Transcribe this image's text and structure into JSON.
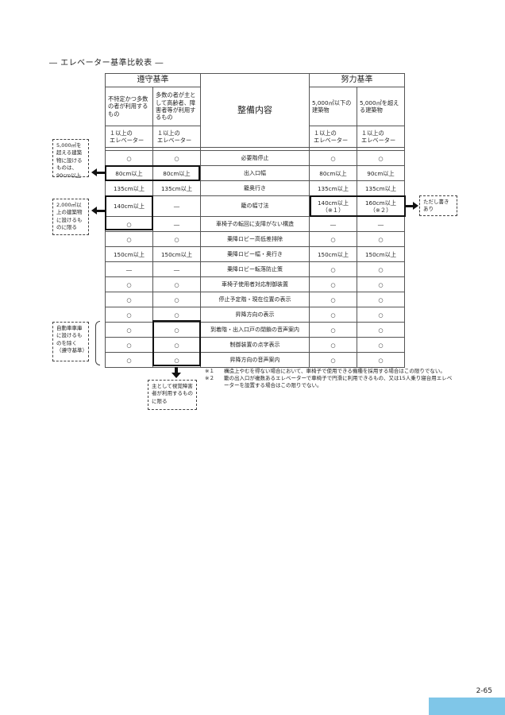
{
  "title": "― エレベーター基準比較表 ―",
  "table": {
    "group_left": "遵守基準",
    "group_right": "努力基準",
    "center_header": "整備内容",
    "subheaders": [
      "不特定かつ多数の者が利用するもの",
      "多数の者が主として高齢者、障害者等が利用するもの",
      "5,000㎡以下の建築物",
      "5,000㎡を超える建築物"
    ],
    "elevator_label": "１以上の\nエレベーター",
    "rows": [
      [
        "○",
        "○",
        "必要階停止",
        "○",
        "○"
      ],
      [
        "80cm以上",
        "80cm以上",
        "出入口幅",
        "80cm以上",
        "90cm以上"
      ],
      [
        "135cm以上",
        "135cm以上",
        "籠奥行き",
        "135cm以上",
        "135cm以上"
      ],
      [
        "140cm以上",
        "―",
        "籠の幅寸法",
        "140cm以上\n（※１）",
        "160cm以上\n（※２）"
      ],
      [
        "○",
        "―",
        "車椅子の転回に支障がない構造",
        "―",
        "―"
      ],
      [
        "○",
        "○",
        "乗降ロビー高低差排除",
        "○",
        "○"
      ],
      [
        "150cm以上",
        "150cm以上",
        "乗降ロビー幅・奥行き",
        "150cm以上",
        "150cm以上"
      ],
      [
        "―",
        "―",
        "乗降ロビー転落防止策",
        "○",
        "○"
      ],
      [
        "○",
        "○",
        "車椅子使用者対応制御装置",
        "○",
        "○"
      ],
      [
        "○",
        "○",
        "停止予定階・現在位置の表示",
        "○",
        "○"
      ],
      [
        "○",
        "○",
        "昇降方向の表示",
        "○",
        "○"
      ],
      [
        "○",
        "○",
        "到着階・出入口戸の閉鎖の音声案内",
        "○",
        "○"
      ],
      [
        "○",
        "○",
        "制御装置の点字表示",
        "○",
        "○"
      ],
      [
        "○",
        "○",
        "昇降方向の音声案内",
        "○",
        "○"
      ]
    ]
  },
  "callouts": {
    "c1": "5,000㎡を超える建築物に設けるものは、90cm以上",
    "c2": "2,000㎡以上の建築物に設けるものに限る",
    "c3": "自動車車庫に設けるものを除く（遵守基準）",
    "c4": "ただし書きあり",
    "c5": "主として視覚障害者が利用するものに限る"
  },
  "notes": [
    {
      "mark": "※１",
      "text": "構造上やむを得ない場合において、車椅子で使用できる機種を採用する場合はこの限りでない。"
    },
    {
      "mark": "※２",
      "text": "籠の出入口が複数あるエレベーターで車椅子で円滑に利用できるもの、又は15人乗り寝台用エレベーターを設置する場合はこの限りでない。"
    }
  ],
  "page_number": "2-65",
  "colors": {
    "accent_tab": "#7fc6e8"
  }
}
